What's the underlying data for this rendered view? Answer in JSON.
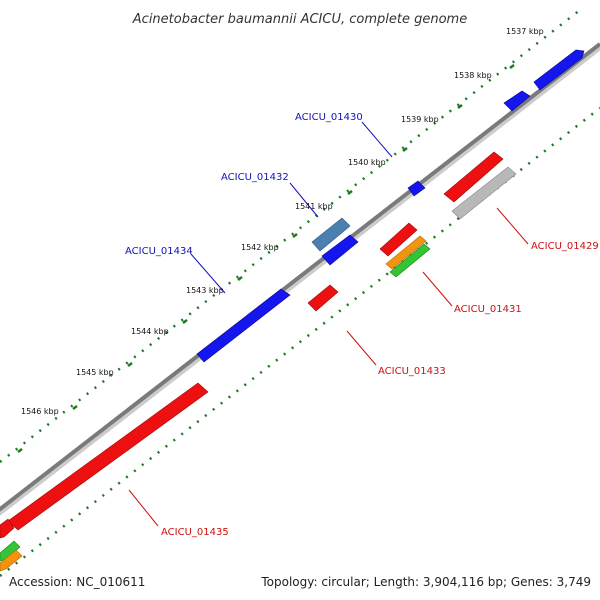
{
  "title": "Acinetobacter baumannii ACICU, complete genome",
  "footer": {
    "accession": "Accession: NC_010611",
    "summary": "Topology: circular; Length: 3,904,116 bp; Genes: 3,749"
  },
  "colors": {
    "forward_gene": "#1515ee",
    "reverse_gene": "#ee1010",
    "forward_label": "#1111bb",
    "reverse_label": "#cc1111",
    "tick": "#1e7a1e",
    "backbone": "#7a7a7a"
  },
  "ticks": [
    "1537 kbp",
    "1538 kbp",
    "1539 kbp",
    "1540 kbp",
    "1541 kbp",
    "1542 kbp",
    "1543 kbp",
    "1544 kbp",
    "1545 kbp",
    "1546 kbp"
  ],
  "gene_labels": {
    "forward": [
      "ACICU_01430",
      "ACICU_01432",
      "ACICU_01434"
    ],
    "reverse": [
      "ACICU_01429",
      "ACICU_01431",
      "ACICU_01433",
      "ACICU_01435"
    ]
  }
}
